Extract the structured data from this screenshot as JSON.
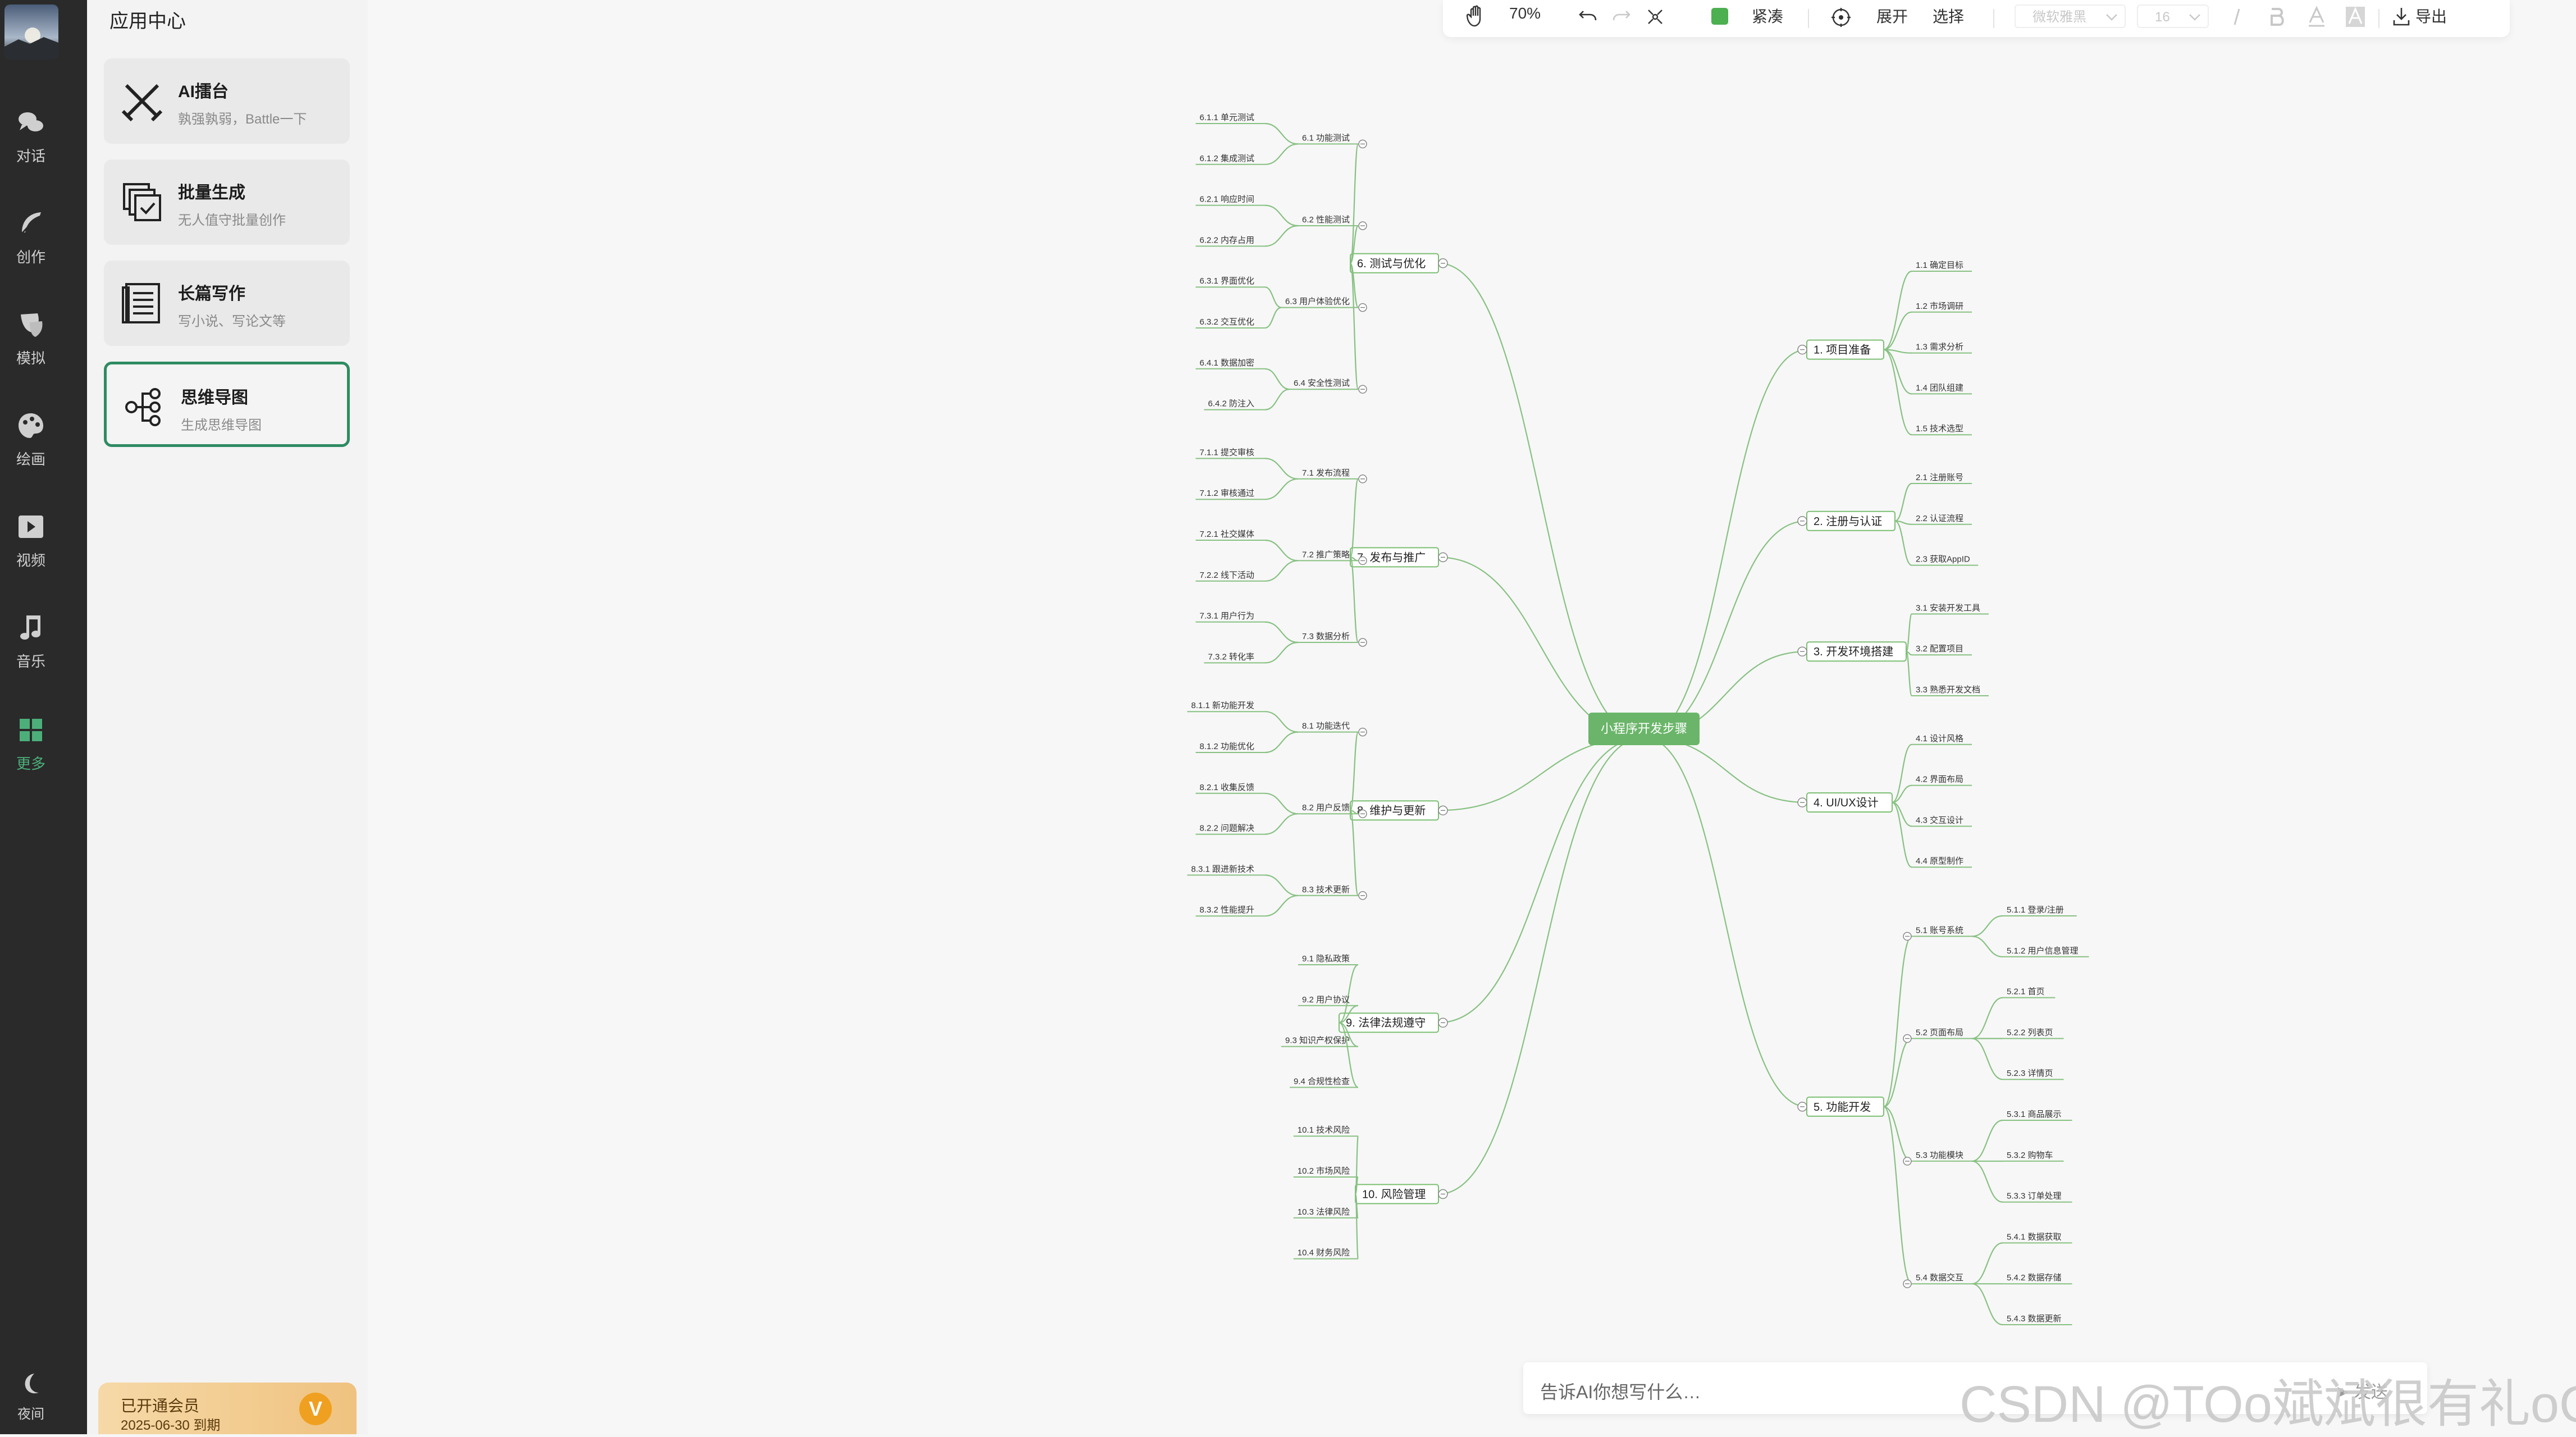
{
  "sidebar": {
    "items": [
      {
        "label": "对话",
        "icon": "chat-bubbles-icon"
      },
      {
        "label": "创作",
        "icon": "feather-icon"
      },
      {
        "label": "模拟",
        "icon": "mask-icon"
      },
      {
        "label": "绘画",
        "icon": "palette-icon"
      },
      {
        "label": "视频",
        "icon": "video-icon"
      },
      {
        "label": "音乐",
        "icon": "music-note-icon"
      },
      {
        "label": "更多",
        "icon": "grid-icon"
      }
    ],
    "active": "更多",
    "bottom": {
      "label": "夜间",
      "icon": "moon-icon"
    }
  },
  "panel": {
    "title": "应用中心",
    "cards": [
      {
        "title": "AI擂台",
        "desc": "孰强孰弱，Battle一下",
        "icon": "crossed-swords-icon"
      },
      {
        "title": "批量生成",
        "desc": "无人值守批量创作",
        "icon": "batch-check-icon"
      },
      {
        "title": "长篇写作",
        "desc": "写小说、写论文等",
        "icon": "document-lines-icon"
      },
      {
        "title": "思维导图",
        "desc": "生成思维导图",
        "icon": "mindmap-icon"
      }
    ],
    "active_card": "思维导图",
    "vip": {
      "title": "已开通会员",
      "expire": "2025-06-30 到期",
      "badge": "V"
    }
  },
  "toolbar": {
    "zoom": "70%",
    "compact_label": "紧凑",
    "expand_label": "展开",
    "select_label": "选择",
    "font_family_placeholder": "微软雅黑",
    "font_size_placeholder": "16",
    "export_label": "导出",
    "accent_color": "#4caf50"
  },
  "chat": {
    "placeholder": "告诉AI你想写什么…",
    "send_label": "发送"
  },
  "watermark": "CSDN @TOo斌斌很有礼oOT",
  "mindmap": {
    "root": "小程序开发步骤",
    "right": [
      {
        "title": "1. 项目准备",
        "children": [
          {
            "title": "1.1 确定目标",
            "children": []
          },
          {
            "title": "1.2 市场调研",
            "children": []
          },
          {
            "title": "1.3 需求分析",
            "children": []
          },
          {
            "title": "1.4 团队组建",
            "children": []
          },
          {
            "title": "1.5 技术选型",
            "children": []
          }
        ]
      },
      {
        "title": "2. 注册与认证",
        "children": [
          {
            "title": "2.1 注册账号",
            "children": []
          },
          {
            "title": "2.2 认证流程",
            "children": []
          },
          {
            "title": "2.3 获取AppID",
            "children": []
          }
        ]
      },
      {
        "title": "3. 开发环境搭建",
        "children": [
          {
            "title": "3.1 安装开发工具",
            "children": []
          },
          {
            "title": "3.2 配置项目",
            "children": []
          },
          {
            "title": "3.3 熟悉开发文档",
            "children": []
          }
        ]
      },
      {
        "title": "4. UI/UX设计",
        "children": [
          {
            "title": "4.1 设计风格",
            "children": []
          },
          {
            "title": "4.2 界面布局",
            "children": []
          },
          {
            "title": "4.3 交互设计",
            "children": []
          },
          {
            "title": "4.4 原型制作",
            "children": []
          }
        ]
      },
      {
        "title": "5. 功能开发",
        "children": [
          {
            "title": "5.1 账号系统",
            "children": [
              {
                "title": "5.1.1 登录/注册",
                "children": []
              },
              {
                "title": "5.1.2 用户信息管理",
                "children": []
              }
            ]
          },
          {
            "title": "5.2 页面布局",
            "children": [
              {
                "title": "5.2.1 首页",
                "children": []
              },
              {
                "title": "5.2.2 列表页",
                "children": []
              },
              {
                "title": "5.2.3 详情页",
                "children": []
              }
            ]
          },
          {
            "title": "5.3 功能模块",
            "children": [
              {
                "title": "5.3.1 商品展示",
                "children": []
              },
              {
                "title": "5.3.2 购物车",
                "children": []
              },
              {
                "title": "5.3.3 订单处理",
                "children": []
              }
            ]
          },
          {
            "title": "5.4 数据交互",
            "children": [
              {
                "title": "5.4.1 数据获取",
                "children": []
              },
              {
                "title": "5.4.2 数据存储",
                "children": []
              },
              {
                "title": "5.4.3 数据更新",
                "children": []
              }
            ]
          }
        ]
      }
    ],
    "left": [
      {
        "title": "6. 测试与优化",
        "children": [
          {
            "title": "6.1 功能测试",
            "children": [
              {
                "title": "6.1.1 单元测试",
                "children": []
              },
              {
                "title": "6.1.2 集成测试",
                "children": []
              }
            ]
          },
          {
            "title": "6.2 性能测试",
            "children": [
              {
                "title": "6.2.1 响应时间",
                "children": []
              },
              {
                "title": "6.2.2 内存占用",
                "children": []
              }
            ]
          },
          {
            "title": "6.3 用户体验优化",
            "children": [
              {
                "title": "6.3.1 界面优化",
                "children": []
              },
              {
                "title": "6.3.2 交互优化",
                "children": []
              }
            ]
          },
          {
            "title": "6.4 安全性测试",
            "children": [
              {
                "title": "6.4.1 数据加密",
                "children": []
              },
              {
                "title": "6.4.2 防注入",
                "children": []
              }
            ]
          }
        ]
      },
      {
        "title": "7. 发布与推广",
        "children": [
          {
            "title": "7.1 发布流程",
            "children": [
              {
                "title": "7.1.1 提交审核",
                "children": []
              },
              {
                "title": "7.1.2 审核通过",
                "children": []
              }
            ]
          },
          {
            "title": "7.2 推广策略",
            "children": [
              {
                "title": "7.2.1 社交媒体",
                "children": []
              },
              {
                "title": "7.2.2 线下活动",
                "children": []
              }
            ]
          },
          {
            "title": "7.3 数据分析",
            "children": [
              {
                "title": "7.3.1 用户行为",
                "children": []
              },
              {
                "title": "7.3.2 转化率",
                "children": []
              }
            ]
          }
        ]
      },
      {
        "title": "8. 维护与更新",
        "children": [
          {
            "title": "8.1 功能迭代",
            "children": [
              {
                "title": "8.1.1 新功能开发",
                "children": []
              },
              {
                "title": "8.1.2 功能优化",
                "children": []
              }
            ]
          },
          {
            "title": "8.2 用户反馈",
            "children": [
              {
                "title": "8.2.1 收集反馈",
                "children": []
              },
              {
                "title": "8.2.2 问题解决",
                "children": []
              }
            ]
          },
          {
            "title": "8.3 技术更新",
            "children": [
              {
                "title": "8.3.1 跟进新技术",
                "children": []
              },
              {
                "title": "8.3.2 性能提升",
                "children": []
              }
            ]
          }
        ]
      },
      {
        "title": "9. 法律法规遵守",
        "children": [
          {
            "title": "9.1 隐私政策",
            "children": []
          },
          {
            "title": "9.2 用户协议",
            "children": []
          },
          {
            "title": "9.3 知识产权保护",
            "children": []
          },
          {
            "title": "9.4 合规性检查",
            "children": []
          }
        ]
      },
      {
        "title": "10. 风险管理",
        "children": [
          {
            "title": "10.1 技术风险",
            "children": []
          },
          {
            "title": "10.2 市场风险",
            "children": []
          },
          {
            "title": "10.3 法律风险",
            "children": []
          },
          {
            "title": "10.4 财务风险",
            "children": []
          }
        ]
      }
    ]
  }
}
